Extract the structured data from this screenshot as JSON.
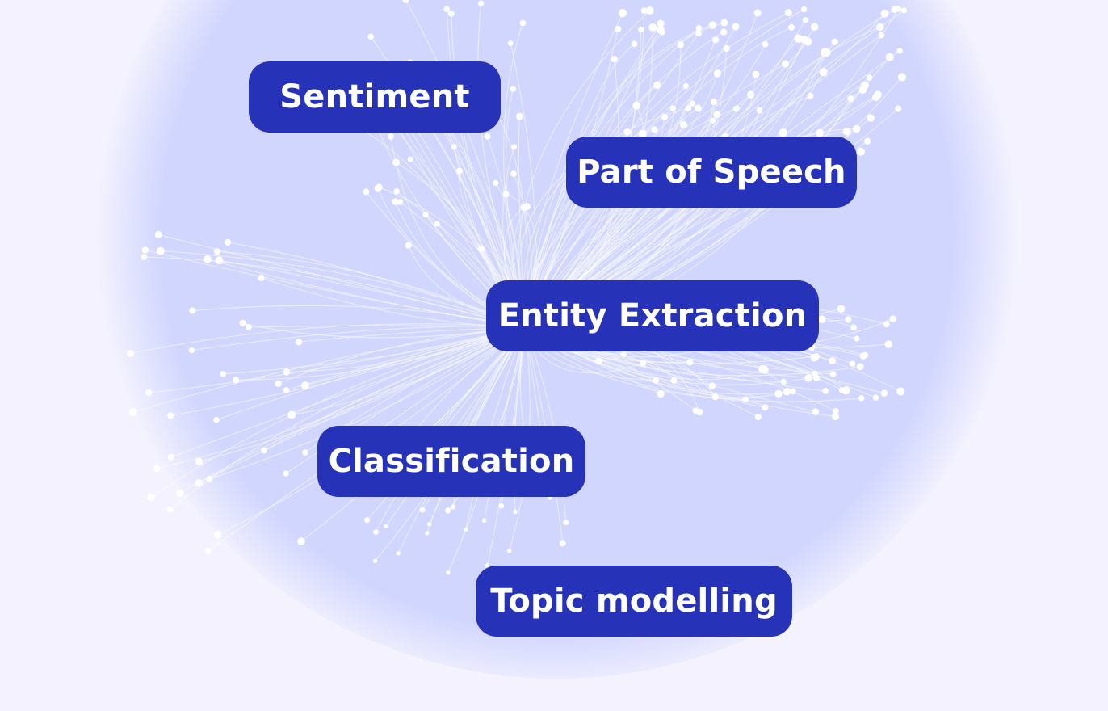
{
  "labels": {
    "sentiment": "Sentiment",
    "part_of_speech": "Part of Speech",
    "entity_extraction": "Entity Extraction",
    "classification": "Classification",
    "topic_modelling": "Topic modelling"
  },
  "colors": {
    "page_background": "#f3f2fe",
    "glow": "#d1d6fe",
    "pill": "#2633b8",
    "pill_text": "#ffffff",
    "rays": "#ffffff"
  }
}
